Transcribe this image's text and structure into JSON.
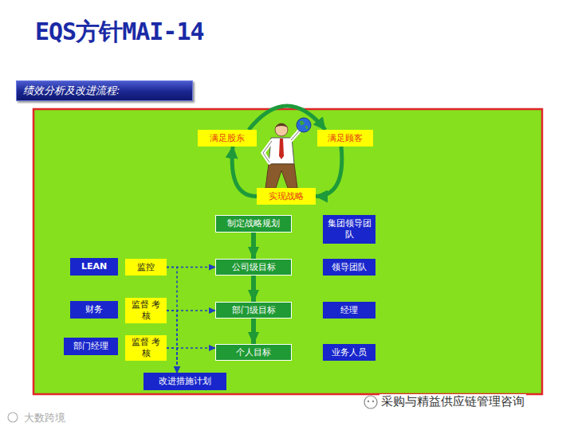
{
  "diagram": {
    "title": "EQS方针MAI-14",
    "nodes": [
      {
        "text": [
          "绩效分析及改进流程:"
        ]
      },
      {
        "text": [
          "满足股东"
        ]
      },
      {
        "text": [
          "满足顾客"
        ]
      },
      {
        "text": [
          "实现战略"
        ]
      },
      {
        "text": [
          "制定战略规划"
        ]
      },
      {
        "text": [
          "集团领导团队"
        ]
      },
      {
        "text": [
          "LEAN"
        ]
      },
      {
        "text": [
          "监控"
        ]
      },
      {
        "text": [
          "公司级目标"
        ]
      },
      {
        "text": [
          "领导团队"
        ]
      },
      {
        "text": [
          "财务"
        ]
      },
      {
        "text": [
          "监督 考核"
        ]
      },
      {
        "text": [
          "部门级目标"
        ]
      },
      {
        "text": [
          "经理"
        ]
      },
      {
        "text": [
          "部门经理"
        ]
      },
      {
        "text": [
          "监督 考核"
        ]
      },
      {
        "text": [
          "个人目标"
        ]
      },
      {
        "text": [
          "业务人员"
        ]
      },
      {
        "text": [
          "改进措施计划"
        ]
      }
    ],
    "edges": [
      {
        "from": 1,
        "to": 2,
        "arrow": "to"
      },
      {
        "from": 2,
        "to": 3,
        "arrow": "to"
      },
      {
        "from": 3,
        "to": 1,
        "arrow": "to"
      },
      {
        "from": 4,
        "to": 8,
        "arrow": "to"
      },
      {
        "from": 8,
        "to": 12,
        "arrow": "to"
      },
      {
        "from": 12,
        "to": 16,
        "arrow": "to"
      },
      {
        "from": 7,
        "to": 8,
        "arrow": "to"
      },
      {
        "from": 11,
        "to": 12,
        "arrow": "to"
      },
      {
        "from": 15,
        "to": 16,
        "arrow": "to"
      },
      {
        "from": 7,
        "to": 18,
        "arrow": "to"
      },
      {
        "from": 11,
        "to": 18,
        "arrow": "to"
      },
      {
        "from": 15,
        "to": 18,
        "arrow": "to"
      }
    ],
    "labels": [
      "采购与精益供应链管理咨询",
      "大数跨境"
    ]
  }
}
